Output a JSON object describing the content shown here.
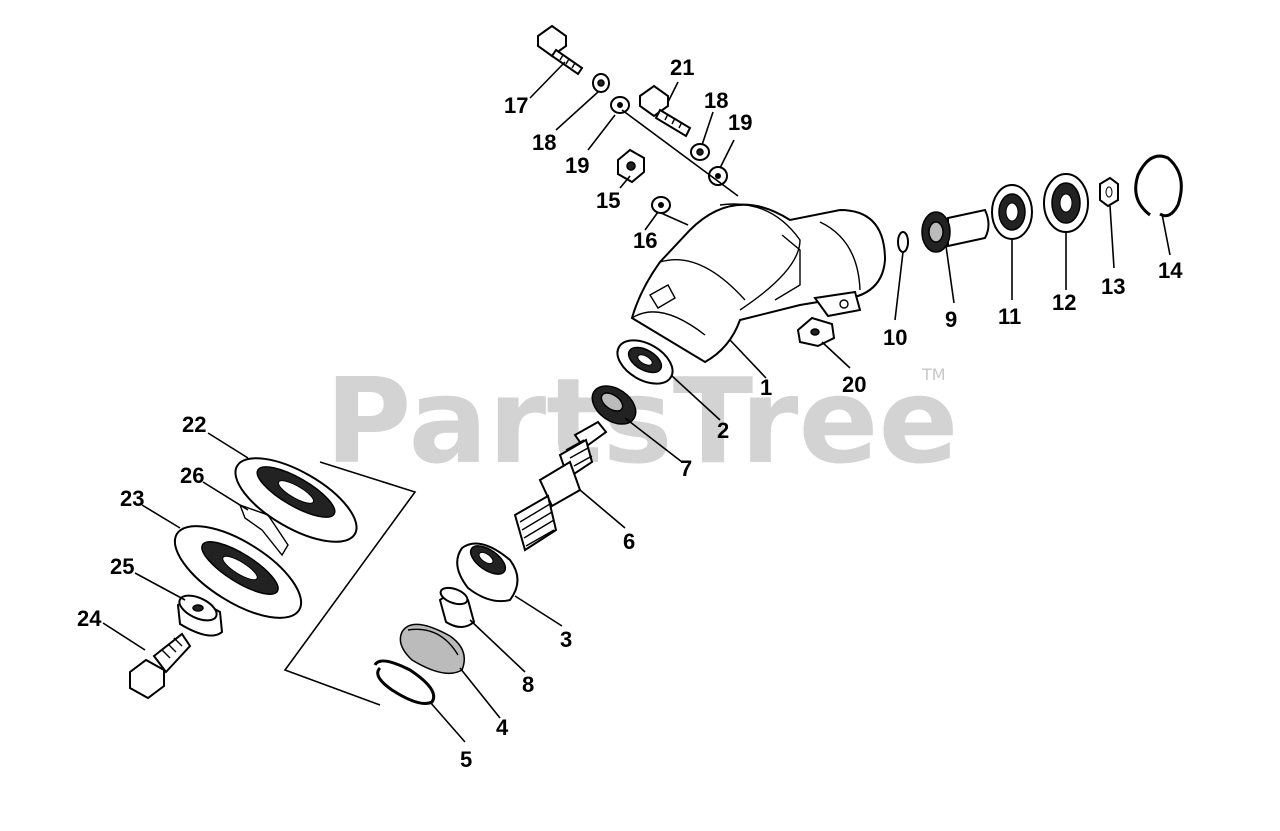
{
  "watermark": {
    "text": "PartsTree",
    "trademark": "TM"
  },
  "callouts": [
    {
      "id": "1",
      "label": "1"
    },
    {
      "id": "2",
      "label": "2"
    },
    {
      "id": "3",
      "label": "3"
    },
    {
      "id": "4",
      "label": "4"
    },
    {
      "id": "5",
      "label": "5"
    },
    {
      "id": "6",
      "label": "6"
    },
    {
      "id": "7",
      "label": "7"
    },
    {
      "id": "8",
      "label": "8"
    },
    {
      "id": "9",
      "label": "9"
    },
    {
      "id": "10",
      "label": "10"
    },
    {
      "id": "11",
      "label": "11"
    },
    {
      "id": "12",
      "label": "12"
    },
    {
      "id": "13",
      "label": "13"
    },
    {
      "id": "14",
      "label": "14"
    },
    {
      "id": "15",
      "label": "15"
    },
    {
      "id": "16",
      "label": "16"
    },
    {
      "id": "17",
      "label": "17"
    },
    {
      "id": "18a",
      "label": "18"
    },
    {
      "id": "18b",
      "label": "18"
    },
    {
      "id": "19a",
      "label": "19"
    },
    {
      "id": "19b",
      "label": "19"
    },
    {
      "id": "20",
      "label": "20"
    },
    {
      "id": "21",
      "label": "21"
    },
    {
      "id": "22",
      "label": "22"
    },
    {
      "id": "23",
      "label": "23"
    },
    {
      "id": "24",
      "label": "24"
    },
    {
      "id": "25",
      "label": "25"
    },
    {
      "id": "26",
      "label": "26"
    }
  ]
}
